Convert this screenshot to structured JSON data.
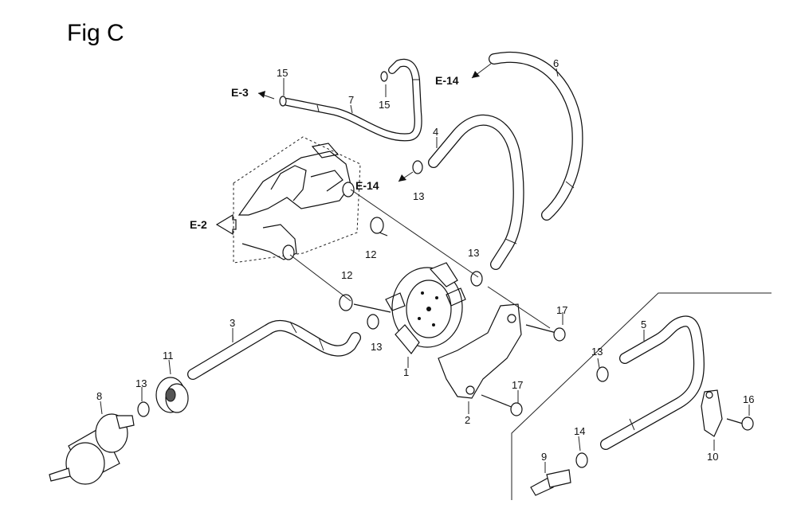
{
  "figure": {
    "title": "Fig C"
  },
  "refs": {
    "e3": "E-3",
    "e14_top": "E-14",
    "e14_mid": "E-14",
    "e2": "E-2"
  },
  "callouts": {
    "n1": "1",
    "n2": "2",
    "n3": "3",
    "n4": "4",
    "n5": "5",
    "n6": "6",
    "n7": "7",
    "n8": "8",
    "n9": "9",
    "n10": "10",
    "n11": "11",
    "n12a": "12",
    "n12b": "12",
    "n13a": "13",
    "n13b": "13",
    "n13c": "13",
    "n13d": "13",
    "n13e": "13",
    "n14": "14",
    "n15a": "15",
    "n15b": "15",
    "n16": "16",
    "n17a": "17",
    "n17b": "17"
  }
}
